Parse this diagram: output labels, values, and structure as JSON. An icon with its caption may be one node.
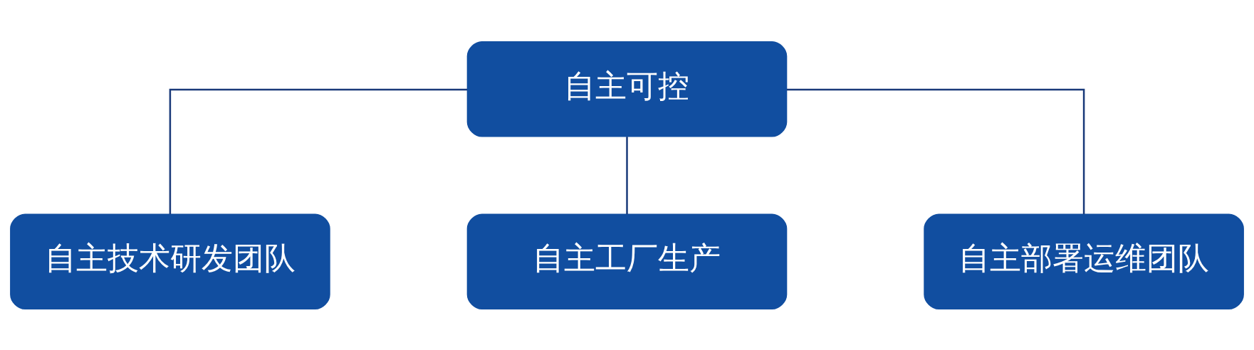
{
  "diagram": {
    "nodes": [
      {
        "text": [
          "自主可控"
        ]
      },
      {
        "text": [
          "自主技术研发团队"
        ]
      },
      {
        "text": [
          "自主工厂生产"
        ]
      },
      {
        "text": [
          "自主部署运维团队"
        ]
      }
    ],
    "edges": [
      {
        "from": 0,
        "to": 1,
        "arrow": "none"
      },
      {
        "from": 0,
        "to": 2,
        "arrow": "none"
      },
      {
        "from": 0,
        "to": 3,
        "arrow": "none"
      }
    ]
  }
}
